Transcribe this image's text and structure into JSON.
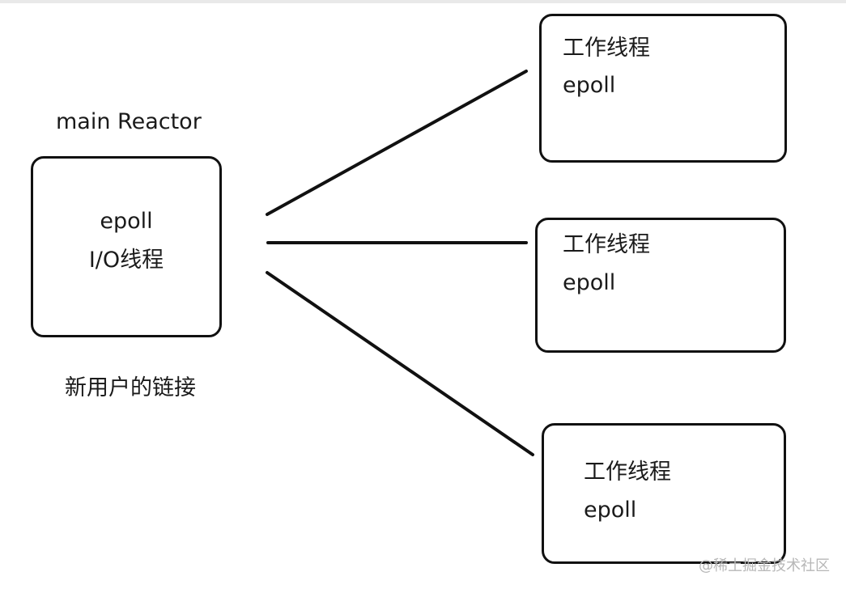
{
  "main_reactor": {
    "title": "main Reactor",
    "lines": [
      "epoll",
      "I/O线程"
    ],
    "caption": "新用户的链接"
  },
  "workers": [
    {
      "title": "工作线程",
      "sub": "epoll"
    },
    {
      "title": "工作线程",
      "sub": "epoll"
    },
    {
      "title": "工作线程",
      "sub": "epoll"
    }
  ],
  "watermark": "@稀土掘金技术社区",
  "colors": {
    "stroke": "#111111",
    "text": "#1a1a1a",
    "watermark": "#b7b7b7"
  }
}
